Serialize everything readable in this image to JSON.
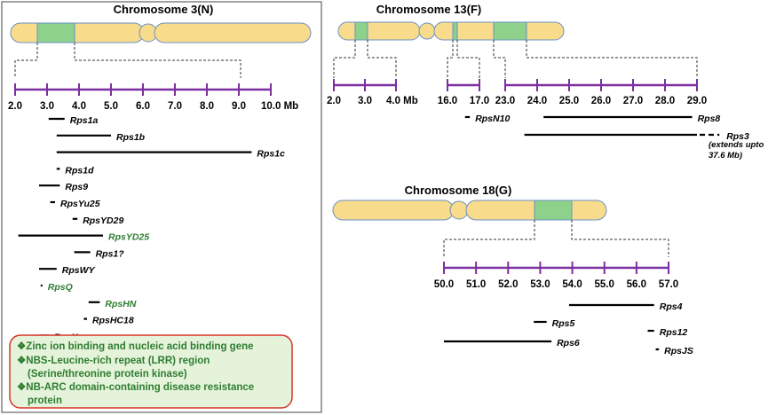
{
  "colors": {
    "chromosome_fill": "#f8dc8c",
    "chromosome_stroke": "#6a91c4",
    "highlight_fill": "#8ed18b",
    "axis": "#7b2fa0",
    "gene_line": "#000000",
    "green_text": "#2e7d32",
    "legend_border": "#d8342a",
    "legend_fill": "#e5f3da"
  },
  "panels": {
    "chr3": {
      "title": "Chromosome 3(N)",
      "ticks": [
        "2.0",
        "3.0",
        "4.0",
        "5.0",
        "6.0",
        "7.0",
        "8.0",
        "9.0",
        "10.0 Mb"
      ],
      "genes": [
        {
          "name": "Rps1a",
          "start": 3.05,
          "end": 3.55,
          "green": false
        },
        {
          "name": "Rps1b",
          "start": 3.3,
          "end": 5.0,
          "green": false
        },
        {
          "name": "Rps1c",
          "start": 3.3,
          "end": 9.4,
          "green": false
        },
        {
          "name": "Rps1d",
          "start": 3.3,
          "end": 3.4,
          "green": false
        },
        {
          "name": "Rps9",
          "start": 2.75,
          "end": 3.4,
          "green": false
        },
        {
          "name": "RpsYu25",
          "start": 3.1,
          "end": 3.25,
          "green": false
        },
        {
          "name": "RpsYD29",
          "start": 3.8,
          "end": 3.95,
          "green": false
        },
        {
          "name": "RpsYD25",
          "start": 2.1,
          "end": 4.75,
          "green": true
        },
        {
          "name": "Rps1?",
          "start": 3.85,
          "end": 4.35,
          "green": false
        },
        {
          "name": "RpsWY",
          "start": 2.75,
          "end": 3.3,
          "green": false
        },
        {
          "name": "RpsQ",
          "start": 2.8,
          "end": 2.85,
          "green": true
        },
        {
          "name": "RpsHN",
          "start": 4.3,
          "end": 4.65,
          "green": true
        },
        {
          "name": "RpsHC18",
          "start": 4.15,
          "end": 4.25,
          "green": false
        },
        {
          "name": "RpsX",
          "start": 2.75,
          "end": 3.05,
          "green": false
        }
      ],
      "legend": [
        "❖Zinc ion binding and nucleic acid binding gene",
        "❖NBS-Leucine-rich repeat (LRR) region",
        "(Serine/threonine protein kinase)",
        "❖NB-ARC domain-containing disease resistance",
        "protein"
      ]
    },
    "chr13": {
      "title": "Chromosome 13(F)",
      "ticks_left": [
        "2.0",
        "3.0",
        "4.0 Mb"
      ],
      "ticks_mid": [
        "16.0",
        "17.0"
      ],
      "ticks_right": [
        "23.0",
        "24.0",
        "25.0",
        "26.0",
        "27.0",
        "28.0",
        "29.0"
      ],
      "genes": [
        {
          "name": "RpsN10",
          "start": 16.55,
          "end": 16.7
        },
        {
          "name": "Rps8",
          "start": 24.2,
          "end": 28.85
        },
        {
          "name": "Rps3",
          "start": 23.6,
          "end": 29.0,
          "dashed_end": 29.7
        }
      ],
      "rps3_note": [
        "(extends upto",
        "37.6 Mb)"
      ]
    },
    "chr18": {
      "title": "Chromosome 18(G)",
      "ticks": [
        "50.0",
        "51.0",
        "52.0",
        "53.0",
        "54.0",
        "55.0",
        "56.0",
        "57.0"
      ],
      "genes": [
        {
          "name": "Rps4",
          "start": 53.9,
          "end": 56.55
        },
        {
          "name": "Rps5",
          "start": 52.8,
          "end": 53.2
        },
        {
          "name": "Rps12",
          "start": 56.35,
          "end": 56.55
        },
        {
          "name": "Rps6",
          "start": 50.0,
          "end": 53.35
        },
        {
          "name": "RpsJS",
          "start": 56.6,
          "end": 56.7
        }
      ]
    }
  }
}
